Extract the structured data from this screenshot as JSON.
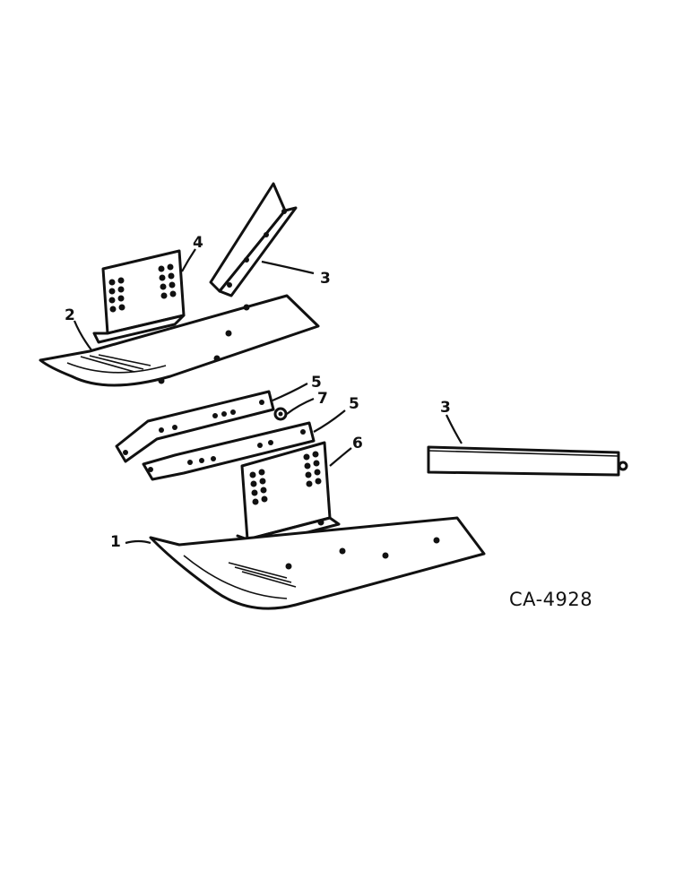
{
  "figure_id": "CA-4928",
  "callouts": {
    "c1": "1",
    "c2": "2",
    "c3a": "3",
    "c3b": "3",
    "c4": "4",
    "c5a": "5",
    "c5b": "5",
    "c6": "6",
    "c7": "7"
  }
}
